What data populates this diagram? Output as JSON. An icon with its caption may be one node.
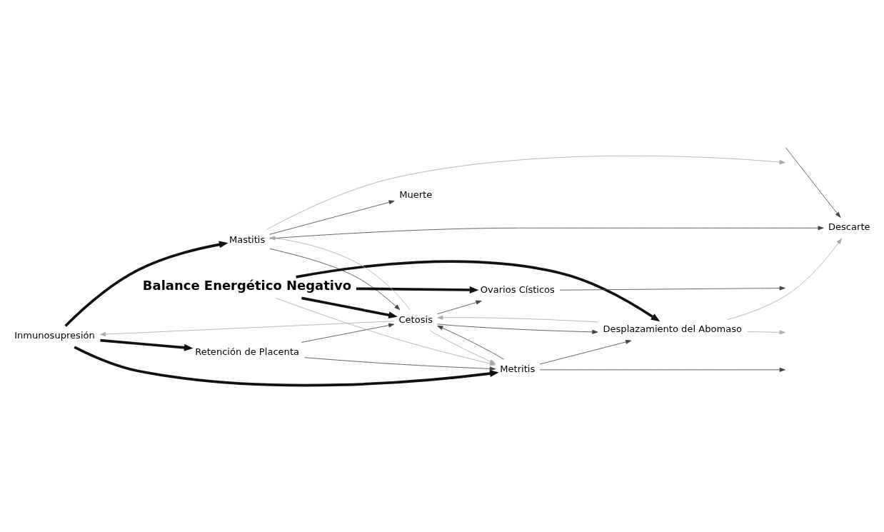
{
  "diagram": {
    "nodes": [
      {
        "text": [
          "Inmunosupresión"
        ]
      },
      {
        "text": [
          "Mastitis"
        ]
      },
      {
        "text": [
          "Muerte"
        ]
      },
      {
        "text": [
          "Descarte"
        ]
      },
      {
        "text": [
          "Retención de Placenta"
        ]
      },
      {
        "text": [
          "Metritis"
        ]
      },
      {
        "text": [
          "Desplazamiento del Abomaso"
        ]
      },
      {
        "text": [
          "Balance Energético Negativo"
        ]
      },
      {
        "text": [
          "Cetosis"
        ]
      },
      {
        "text": [
          "Ovarios Císticos"
        ]
      }
    ],
    "edges": [
      {
        "from": 0,
        "to": 1,
        "arrow": "to",
        "style": "thick"
      },
      {
        "from": 0,
        "to": 4,
        "arrow": "to",
        "style": "thick"
      },
      {
        "from": 0,
        "to": 5,
        "arrow": "to",
        "style": "thick"
      },
      {
        "from": 1,
        "to": 2,
        "arrow": "to"
      },
      {
        "from": 1,
        "to": 3,
        "arrow": "to"
      },
      {
        "from": 1,
        "to": null,
        "arrow": "to",
        "color": "#aaaaaa"
      },
      {
        "from": 4,
        "to": 5,
        "arrow": "to"
      },
      {
        "from": 4,
        "to": 8,
        "arrow": "to"
      },
      {
        "from": 8,
        "to": 0,
        "arrow": "to",
        "color": "#aaaaaa"
      },
      {
        "from": 8,
        "to": 1,
        "arrow": "to",
        "color": "#aaaaaa"
      },
      {
        "from": 1,
        "to": 8,
        "arrow": "to"
      },
      {
        "from": 5,
        "to": 8,
        "arrow": "to"
      },
      {
        "from": 8,
        "to": 5,
        "arrow": "to",
        "color": "#aaaaaa"
      },
      {
        "from": 7,
        "to": 5,
        "arrow": "to",
        "color": "#aaaaaa"
      },
      {
        "from": 7,
        "to": 6,
        "arrow": "to",
        "style": "thick"
      },
      {
        "from": 7,
        "to": 9,
        "arrow": "to",
        "style": "thick"
      },
      {
        "from": 7,
        "to": 8,
        "arrow": "to",
        "style": "thick"
      },
      {
        "from": 5,
        "to": 6,
        "arrow": "to"
      },
      {
        "from": 5,
        "to": null,
        "arrow": "to"
      },
      {
        "from": 6,
        "to": 3,
        "arrow": "to",
        "color": "#aaaaaa"
      },
      {
        "from": 6,
        "to": null,
        "arrow": "to",
        "color": "#aaaaaa"
      },
      {
        "from": 8,
        "to": 6,
        "arrow": "to"
      },
      {
        "from": 6,
        "to": 8,
        "arrow": "to",
        "color": "#aaaaaa"
      },
      {
        "from": 8,
        "to": 9,
        "arrow": "to"
      },
      {
        "from": 9,
        "to": null,
        "arrow": "to"
      },
      {
        "from": null,
        "to": 3,
        "arrow": "to"
      }
    ]
  }
}
